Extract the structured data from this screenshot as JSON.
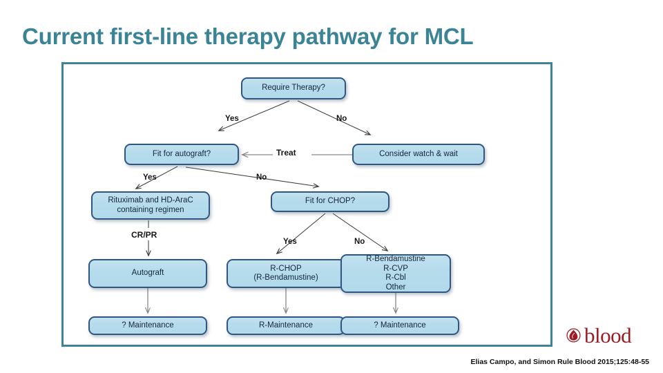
{
  "slide": {
    "title": "Current first-line therapy pathway for MCL",
    "title_color": "#3a8496",
    "frame_color": "#3f8496",
    "background": "#ffffff"
  },
  "flowchart": {
    "type": "decision-tree",
    "node_fill": "#b6dcec",
    "node_border": "#2e5681",
    "nodes": [
      {
        "id": "require-therapy",
        "label": "Require Therapy?",
        "level": 0
      },
      {
        "id": "fit-autograft",
        "label": "Fit for autograft?",
        "level": 1
      },
      {
        "id": "watch-wait",
        "label": "Consider watch & wait",
        "level": 1
      },
      {
        "id": "rituximab",
        "line1": "Rituximab and HD-AraC",
        "line2": "containing regimen",
        "level": 2
      },
      {
        "id": "fit-chop",
        "label": "Fit for CHOP?",
        "level": 2
      },
      {
        "id": "autograft",
        "label": "Autograft",
        "level": 3
      },
      {
        "id": "rchop",
        "line1": "R-CHOP",
        "line2": "(R-Bendamustine)",
        "level": 3
      },
      {
        "id": "rbenda",
        "line1": "R-Bendamustine",
        "line2": "R-CVP",
        "line3": "R-Cbl",
        "line4": "Other",
        "level": 3
      },
      {
        "id": "maintenance-1",
        "label": "? Maintenance",
        "level": 4
      },
      {
        "id": "maintenance-2",
        "label": "R-Maintenance",
        "level": 4
      },
      {
        "id": "maintenance-3",
        "label": "? Maintenance",
        "level": 4
      }
    ],
    "edge_labels": {
      "yes_1": "Yes",
      "no_1": "No",
      "treat": "Treat",
      "yes_2": "Yes",
      "no_2": "No",
      "crpr": "CR/PR",
      "yes_3": "Yes",
      "no_3": "No"
    }
  },
  "logo": {
    "text": "blood",
    "color": "#9e1b23"
  },
  "citation": {
    "text": "Elias Campo, and Simon Rule Blood 2015;125:48-55"
  }
}
